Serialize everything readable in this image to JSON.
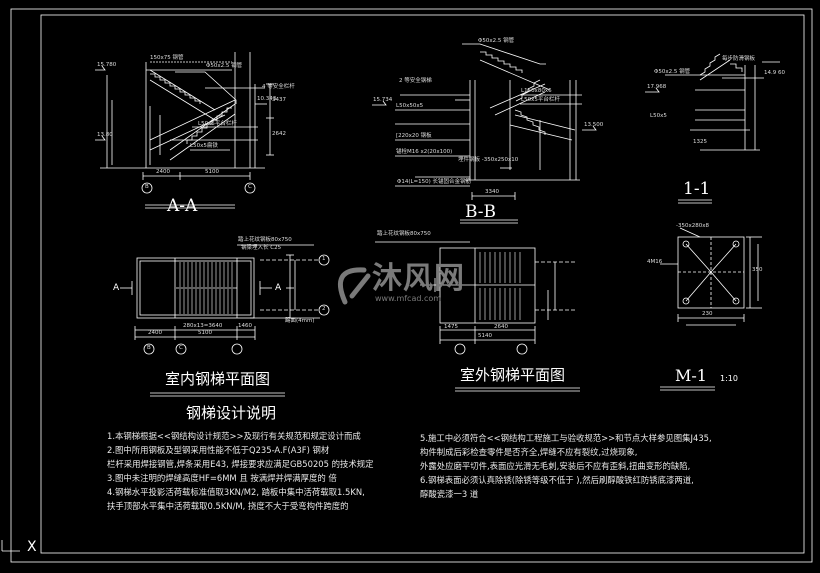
{
  "drawing": {
    "titles": {
      "section_aa": "A-A",
      "section_bb": "B-B",
      "section_11": "1-1",
      "indoor_plan": "室内钢梯平面图",
      "outdoor_plan": "室外钢梯平面图",
      "member": "M-1",
      "member_scale": "1:10"
    },
    "notes_heading": "钢梯设计说明",
    "notes_left": [
      "1.本钢梯根据<<钢结构设计规范>>及现行有关规范和规定设计而成",
      "2.图中所用钢板及型钢采用性能不低于Q235-A.F(A3F)  钢材",
      "  栏杆采用焊接钢管,焊条采用E43,    焊接要求应满足GB50205   的技术规定",
      "3.图中未注明的焊缝高度HF=6MM   且   按满焊并焊满厚度的   倍",
      "4.钢梯水平投影活荷载标准值取3KN/M2,   踏板中集中活荷载取1.5KN,",
      "  扶手顶部水平集中活荷载取0.5KN/M,   挠度不大于受弯构件跨度的"
    ],
    "notes_right": [
      "5.施工中必须符合<<钢结构工程施工与验收规范>>和节点大样参见图集J435,",
      "  构件制成后彩检查零件是否齐全,焊缝不应有裂纹,过烧现象,",
      "  外露处应磨平切件,表面应光滑无毛刺,安装后不应有歪斜,扭曲变形的缺陷,",
      "6.钢梯表面必须认真除锈(除锈等级不低于   ),然后刷醇酸铁红防锈底漆两道,",
      "  醇酸瓷漆一3 道"
    ],
    "elevations": {
      "aa_top": "15.780",
      "aa_mid": "10.343",
      "aa_low": "13.80",
      "bb_left": "15.734",
      "bb_right": "13.500",
      "s11_left": "17.968",
      "s11_right": "14.9 60"
    },
    "dimensions": {
      "aa_bottom_a": "2400",
      "aa_bottom_b": "5100",
      "aa_right_a": "3437",
      "aa_right_b": "2642",
      "bb_bottom": "3340",
      "indoor_a": "2400",
      "indoor_b": "280x13=3640",
      "indoor_c": "1460",
      "indoor_d": "5100",
      "outdoor_a": "1475",
      "outdoor_b": "2640",
      "outdoor_c": "5140",
      "m1_a": "230",
      "m1_b": "350",
      "m1_top": "-350x280x8",
      "m1_side": "4M16"
    },
    "axes": {
      "aa": [
        "B",
        "C"
      ],
      "indoor": [
        "B",
        "C"
      ],
      "plan_rows": [
        "1",
        "2"
      ],
      "plan_marks": [
        "A",
        "A"
      ]
    },
    "labels": {
      "aa_rail": "4 等安全栏杆",
      "aa_beam": "150x75 钢管",
      "aa_plate": "L50x5平台栏杆",
      "aa_base": "L50x5扁铁",
      "aa_col": "Φ50x2.5 钢管",
      "bb_top": "Φ50x2.5 钢管",
      "bb_rail": "2 等安全钢梯",
      "bb_pl1": "L150x80x6",
      "bb_pl2": "L50x5平台栏杆",
      "bb_pl3": "L50x50x5",
      "bb_base1": "[220x20 钢板",
      "bb_base2": "锚栓M16 x2(20x100)",
      "bb_base3": "埋件钢板 -350x250x10",
      "bb_base4": "Φ14(L=150) 长锚固合金钢筋",
      "s11_top": "Φ50x2.5 钢管",
      "s11_rail": "每步防滑钢板",
      "s11_plate": "L50x5",
      "s11_base": "1325",
      "plan_steel": "踏上花纹钢板80x750",
      "plan_beam": "钢梁埋入长 C25",
      "plan_beam2": "踢面(4mm)",
      "plan_cut": "踏上花纹钢板80x750"
    },
    "watermark": {
      "brand": "沐风网",
      "url": "www.mfcad.com"
    },
    "corner_mark": "X",
    "colors": {
      "background": "#000000",
      "lines": "#ffffff",
      "watermark": "#7a7a7a"
    }
  }
}
